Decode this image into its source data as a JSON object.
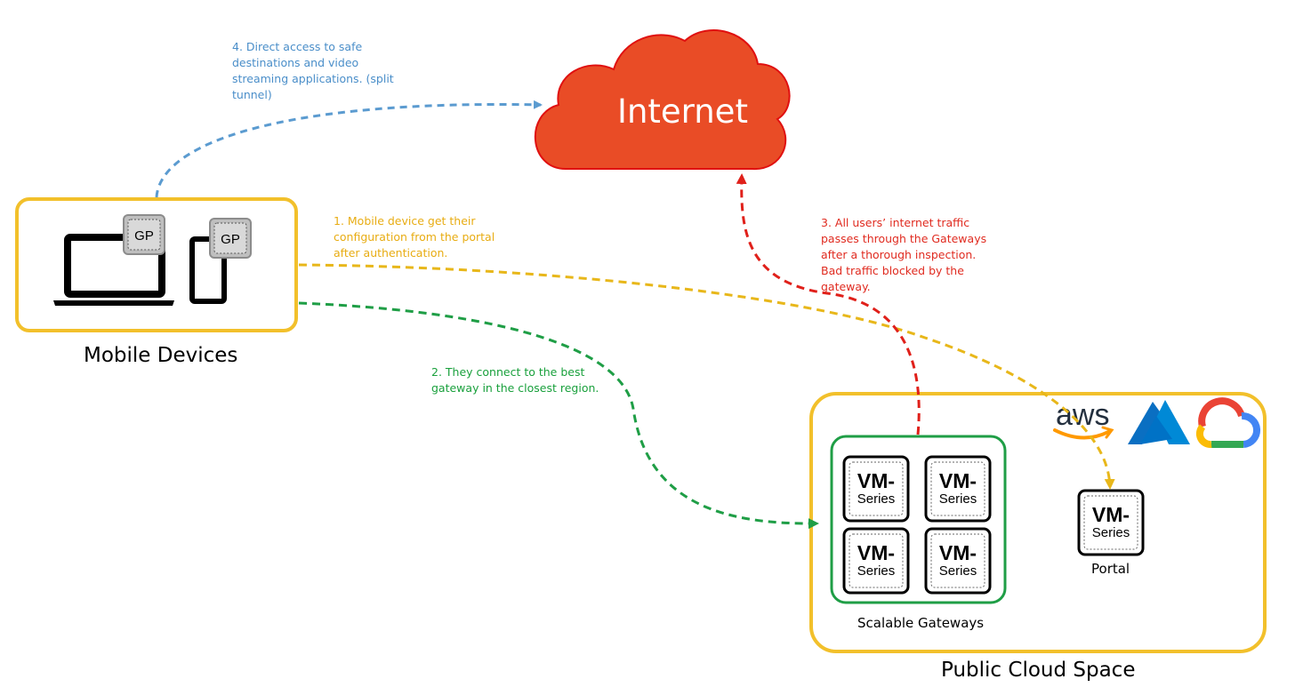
{
  "internet": {
    "label": "Internet"
  },
  "mobile": {
    "title": "Mobile Devices",
    "badge_laptop": "GP",
    "badge_phone": "GP"
  },
  "cloud": {
    "title": "Public Cloud Space",
    "gateways_label": "Scalable Gateways",
    "portal_label": "Portal",
    "vm_line1": "VM-",
    "vm_line2": "Series",
    "aws_text": "aws"
  },
  "steps": [
    {
      "text": "1. Mobile device get their\nconfiguration from the portal\nafter authentication.",
      "color": "#e8ac12"
    },
    {
      "text": "2. They connect to the best\ngateway in the closest region.",
      "color": "#19a03c"
    },
    {
      "text": "3. All users’ internet traffic\npasses through the Gateways\nafter a thorough inspection.\nBad traffic blocked by the\ngateway.",
      "color": "#e02b20"
    },
    {
      "text": "4. Direct access to safe\ndestinations and video\nstreaming applications. (split\ntunnel)",
      "color": "#4a8ec9"
    }
  ],
  "colors": {
    "cloud_fill": "#e94c26",
    "cloud_stroke": "#e01010",
    "yellow": "#f2c02b",
    "green": "#1f9e46",
    "red": "#e0201a",
    "blue": "#5b9bd0"
  }
}
